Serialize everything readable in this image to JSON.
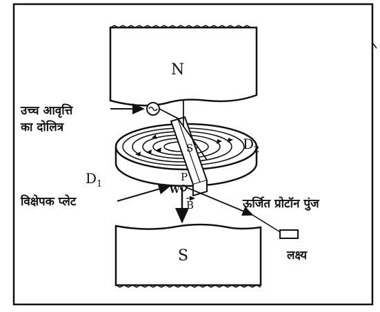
{
  "labels": {
    "north_pole": "N",
    "south_pole": "S",
    "oscillator": "उच्च आवृत्ति",
    "oscillator_line2": "का दोलित्र",
    "dee_1": "D",
    "dee_1_sub": "1",
    "dee_2": "D",
    "dee_2_sub": "2",
    "source": "S",
    "point_p": "P",
    "point_w": "W",
    "field_b": "B",
    "deflector": "विक्षेपक प्लेट",
    "beam": "ऊर्जित प्रोटॉन पुंज",
    "target": "लक्ष्य"
  },
  "colors": {
    "ink": "#111111",
    "paper": "#ffffff"
  }
}
